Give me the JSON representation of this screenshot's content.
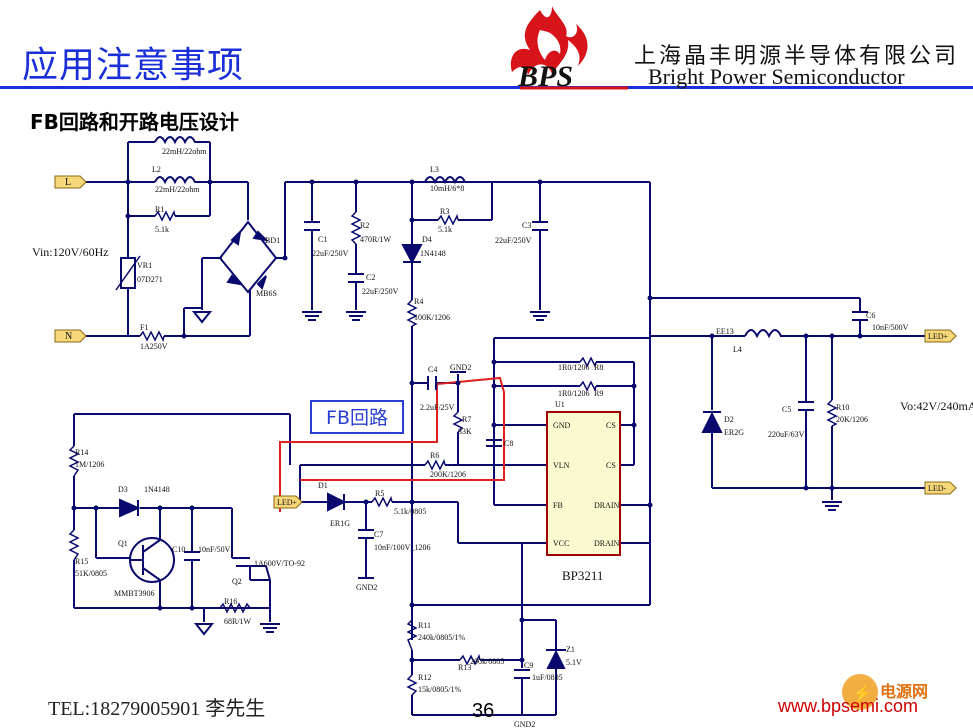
{
  "header": {
    "title": "应用注意事项",
    "company_cn": "上海晶丰明源半导体有限公司",
    "company_en": "Bright Power Semiconductor",
    "logo_text": "BPS"
  },
  "subtitle": "FB回路和开路电压设计",
  "fb_label": "FB回路",
  "footer": {
    "contact": "TEL:18279005901   李先生",
    "page": "36",
    "url": "www.bpsemi.com",
    "watermark": "电源网"
  },
  "colors": {
    "title": "#1a2fd8",
    "wire": "#0a0a6e",
    "fb_loop": "#e02020",
    "terminal": "#f6d77a"
  },
  "terminals": {
    "L": "L",
    "N": "N",
    "led_plus_in": "LED+",
    "led_plus_out": "LED+",
    "led_minus": "LED-"
  },
  "components": {
    "L1": "22mH/22ohm",
    "L2_name": "L2",
    "L2": "22mH/22ohm",
    "R1_name": "R1",
    "R1": "5.1k",
    "VR1_name": "VR1",
    "VR1": "07D271",
    "F1_name": "F1",
    "F1": "1A250V",
    "BD1_name": "BD1",
    "BD1": "MB6S",
    "C1_name": "C1",
    "C1": "22uF/250V",
    "R2_name": "R2",
    "R2": "470R/1W",
    "C2_name": "C2",
    "C2": "22uF/250V",
    "L3_name": "L3",
    "L3": "10mH/6*8",
    "R3_name": "R3",
    "R3": "5.1k",
    "C3_name": "C3",
    "C3": "22uF/250V",
    "D4_name": "D4",
    "D4": "1N4148",
    "R4_name": "R4",
    "R4": "100K/1206",
    "C4_name": "C4",
    "C4": "2.2uF/25V",
    "GND2_top": "GND2",
    "R7_name": "R7",
    "R7": "33K",
    "C8_name": "C8",
    "R6_name": "R6",
    "R6": "200K/1206",
    "R8_name": "R8",
    "R8": "1R0/1206",
    "R9_name": "R9",
    "R9": "1R0/1206",
    "U1_name": "U1",
    "U1": "BP3211",
    "pin_gnd": "GND",
    "pin_vln": "VLN",
    "pin_fb": "FB",
    "pin_vcc": "VCC",
    "pin_cs1": "CS",
    "pin_cs2": "CS",
    "pin_drain1": "DRAIN",
    "pin_drain2": "DRAIN",
    "D1_name": "D1",
    "D1": "ER1G",
    "R5_name": "R5",
    "R5": "5.1k/0805",
    "C7_name": "C7",
    "C7": "10nF/100V_1206",
    "GND2_bottom": "GND2",
    "R14_name": "R14",
    "R14": "1M/1206",
    "R15_name": "R15",
    "R15": "51K/0805",
    "D3_name": "D3",
    "D3": "1N4148",
    "Q1_name": "Q1",
    "Q1": "MMBT3906",
    "C10_name": "C10",
    "C10": "10nF/50V",
    "Q2_name": "Q2",
    "Q2": "1A600V/TO-92",
    "R16_name": "R16",
    "R16": "68R/1W",
    "EE13": "EE13",
    "L4_name": "L4",
    "C6_name": "C6",
    "C6": "10nF/500V",
    "D2_name": "D2",
    "D2": "ER2G",
    "C5_name": "C5",
    "C5": "220uF/63V",
    "R10_name": "R10",
    "R10": "20K/1206",
    "vin": "Vin:120V/60Hz",
    "vo": "Vo:42V/240mA",
    "R11_name": "R11",
    "R11": "240k/0805/1%",
    "R12_name": "R12",
    "R12": "15k/0805/1%",
    "R13_name": "R13",
    "R13": "200k/0805",
    "C9_name": "C9",
    "C9": "1uF/0805",
    "Z1_name": "Z1",
    "Z1": "5.1V",
    "GND2_z": "GND2"
  }
}
